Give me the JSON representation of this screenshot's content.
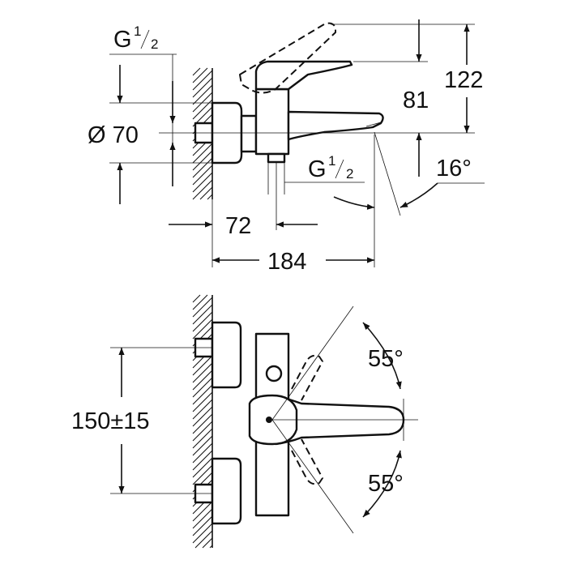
{
  "labels": {
    "g_top_main": "G",
    "g_top_num": "1",
    "g_top_den": "2",
    "diameter": "Ø 70",
    "g_mid_main": "G",
    "g_mid_num": "1",
    "g_mid_den": "2",
    "dim_72": "72",
    "dim_184": "184",
    "dim_81": "81",
    "dim_122": "122",
    "angle_16": "16°",
    "angle_55_top": "55°",
    "angle_55_bottom": "55°",
    "dim_150": "150±15"
  }
}
